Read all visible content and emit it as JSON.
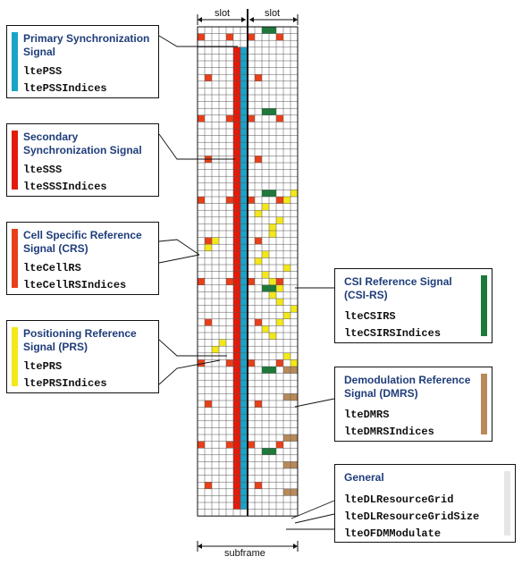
{
  "header": {
    "slot_left_label": "slot",
    "slot_right_label": "slot"
  },
  "footer": {
    "subframe_label": "subframe"
  },
  "grid": {
    "columns": 14,
    "rows": 72,
    "colors": {
      "pss": "#1aa3c9",
      "sss": "#e31a0b",
      "crs": "#e8401a",
      "prs": "#f4e81a",
      "csirs": "#1d7a3a",
      "dmrs": "#b88a5a",
      "line": "#333333"
    }
  },
  "boxes": [
    {
      "id": "pss",
      "color": "#1aa3c9",
      "title": [
        "Primary Synchronization",
        "Signal"
      ],
      "functions": [
        "ltePSS",
        "ltePSSIndices"
      ]
    },
    {
      "id": "sss",
      "color": "#e31a0b",
      "title": [
        "Secondary",
        "Synchronization Signal"
      ],
      "functions": [
        "lteSSS",
        "lteSSSIndices"
      ]
    },
    {
      "id": "crs",
      "color": "#e8401a",
      "title": [
        "Cell Specific Reference",
        "Signal (CRS)"
      ],
      "functions": [
        "lteCellRS",
        "lteCellRSIndices"
      ]
    },
    {
      "id": "prs",
      "color": "#f4e81a",
      "title": [
        "Positioning Reference",
        "Signal (PRS)"
      ],
      "functions": [
        "ltePRS",
        "ltePRSIndices"
      ]
    },
    {
      "id": "csirs",
      "color": "#1d7a3a",
      "title": [
        "CSI Reference Signal",
        "(CSI-RS)"
      ],
      "functions": [
        "lteCSIRS",
        "lteCSIRSIndices"
      ]
    },
    {
      "id": "dmrs",
      "color": "#b88a5a",
      "title": [
        "Demodulation Reference",
        "Signal (DMRS)"
      ],
      "functions": [
        "lteDMRS",
        "lteDMRSIndices"
      ]
    },
    {
      "id": "general",
      "color": "#e6e6e6",
      "title": [
        "General"
      ],
      "functions": [
        "lteDLResourceGrid",
        "lteDLResourceGridSize",
        "lteOFDMModulate"
      ]
    }
  ]
}
